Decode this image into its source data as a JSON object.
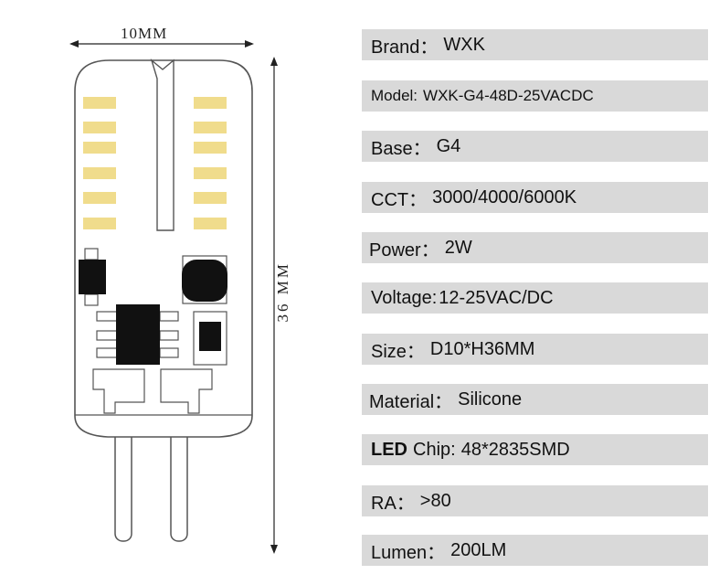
{
  "dimensions": {
    "width_label": "10MM",
    "height_label": "36 MM"
  },
  "specs": [
    {
      "label": "Brand：",
      "value": "WXK"
    },
    {
      "label": "Model:",
      "value": "WXK-G4-48D-25VACDC"
    },
    {
      "label": "Base：",
      "value": "G4"
    },
    {
      "label": "CCT：",
      "value": "3000/4000/6000K"
    },
    {
      "label": "Power：",
      "value": "2W"
    },
    {
      "label": "Voltage:",
      "value": "12-25VAC/DC"
    },
    {
      "label": "Size：",
      "value": "D10*H36MM"
    },
    {
      "label": "Material：",
      "value": "Silicone"
    },
    {
      "label_bold": "LED",
      "label": "Chip:",
      "value": "48*2835SMD"
    },
    {
      "label": "RA：",
      "value": ">80"
    },
    {
      "label": "Lumen：",
      "value": "200LM"
    }
  ],
  "colors": {
    "row_bg": "#d9d9d9",
    "led_chip": "#f0dc8c",
    "component": "#111111"
  }
}
